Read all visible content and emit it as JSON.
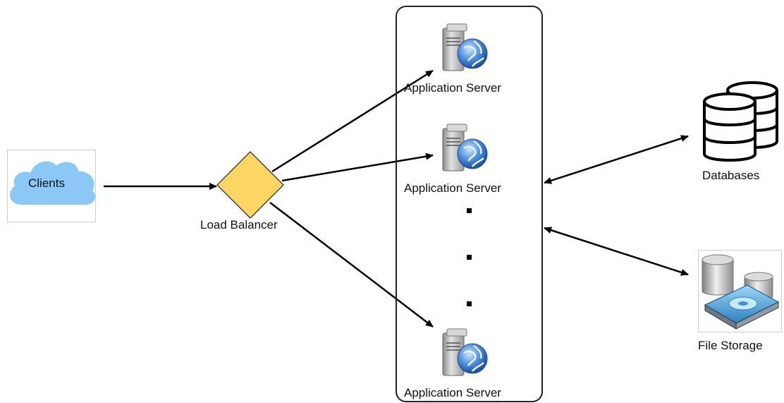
{
  "clients": {
    "label": "Clients"
  },
  "load_balancer": {
    "label": "Load Balancer"
  },
  "app_servers": [
    {
      "label": "Application Server"
    },
    {
      "label": "Application Server"
    },
    {
      "label": "Application Server"
    }
  ],
  "databases": {
    "label": "Databases"
  },
  "file_storage": {
    "label": "File Storage"
  },
  "colors": {
    "cloud": "#8cc8f5",
    "load_balancer": "#fcd565",
    "lines": "#000000"
  },
  "icons": {
    "clients": "cloud-icon",
    "load_balancer": "diamond-icon",
    "app_server": "server-globe-icon",
    "databases": "database-cylinders-icon",
    "file_storage": "storage-drive-icon"
  }
}
